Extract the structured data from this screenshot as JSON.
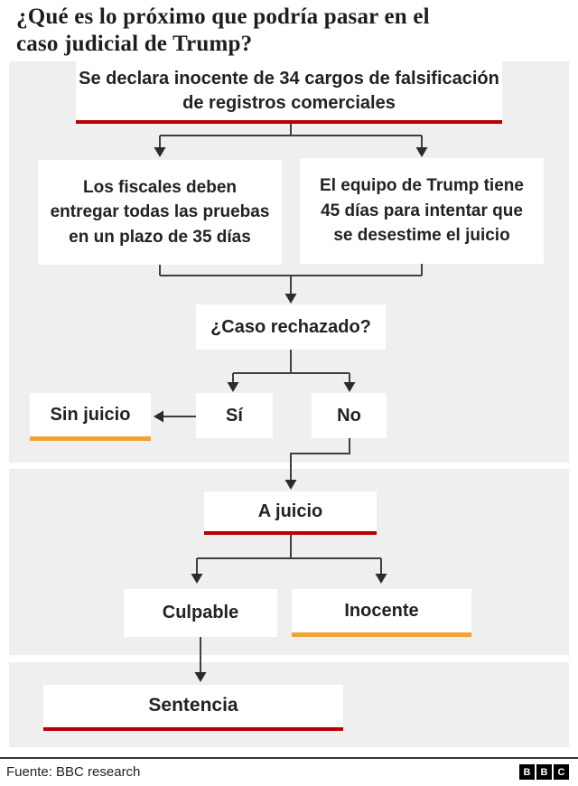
{
  "title": "¿Qué es lo próximo que podría pasar en el caso judicial de Trump?",
  "colors": {
    "red": "#B80000",
    "amber": "#F0A436",
    "panel": "#EFEFEF",
    "line": "#3F3F3F",
    "text": "#222222"
  },
  "flowchart": {
    "nodes": {
      "plea": {
        "label": "Se declara inocente de 34 cargos de falsificación de registros comerciales",
        "underline": "red"
      },
      "prosecutors": {
        "label": "Los fiscales deben entregar todas las pruebas en un plazo de 35 días",
        "underline": "none"
      },
      "trump_team": {
        "label": "El equipo de Trump tiene 45 días para intentar que se desestime el juicio",
        "underline": "none"
      },
      "case_dismissed": {
        "label": "¿Caso rechazado?",
        "underline": "none"
      },
      "no_trial": {
        "label": "Sin juicio",
        "underline": "amber"
      },
      "yes": {
        "label": "Sí",
        "underline": "none"
      },
      "no": {
        "label": "No",
        "underline": "none"
      },
      "trial": {
        "label": "A juicio",
        "underline": "red"
      },
      "guilty": {
        "label": "Culpable",
        "underline": "none"
      },
      "innocent": {
        "label": "Inocente",
        "underline": "amber"
      },
      "sentence": {
        "label": "Sentencia",
        "underline": "red"
      }
    }
  },
  "footer": {
    "source": "Fuente: BBC research",
    "logo_letters": [
      "B",
      "B",
      "C"
    ]
  }
}
